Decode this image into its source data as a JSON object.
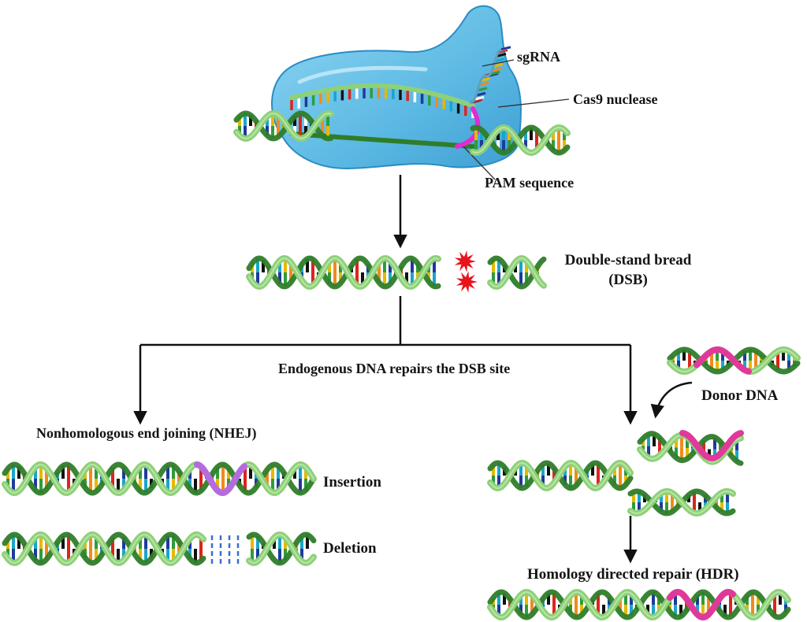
{
  "diagram": {
    "labels": {
      "sgrna": "sgRNA",
      "cas9": "Cas9 nuclease",
      "pam": "PAM sequence",
      "dsb_line1": "Double-stand bread",
      "dsb_line2": "(DSB)",
      "endogenous": "Endogenous DNA repairs the DSB site",
      "donor": "Donor DNA",
      "nhej": "Nonhomologous end joining (NHEJ)",
      "insertion": "Insertion",
      "deletion": "Deletion",
      "hdr": "Homology directed repair (HDR)"
    },
    "colors": {
      "strand_light": "#8fd07a",
      "strand_dark": "#2f7d2a",
      "cas9_fill": "#6cc4e8",
      "cas9_edge": "#2b8cc4",
      "pam": "#e12bd0",
      "insert": "#b56be0",
      "donor": "#e0399a",
      "cut_burst": "#e8141c",
      "gap_dash": "#3a6fd0",
      "arrow": "#111111",
      "base_palette": [
        "#1f3a9a",
        "#e6b800",
        "#d9261c",
        "#2d9c3c",
        "#1aa5c8",
        "#ffffff",
        "#f08a1c",
        "#111111"
      ]
    }
  }
}
